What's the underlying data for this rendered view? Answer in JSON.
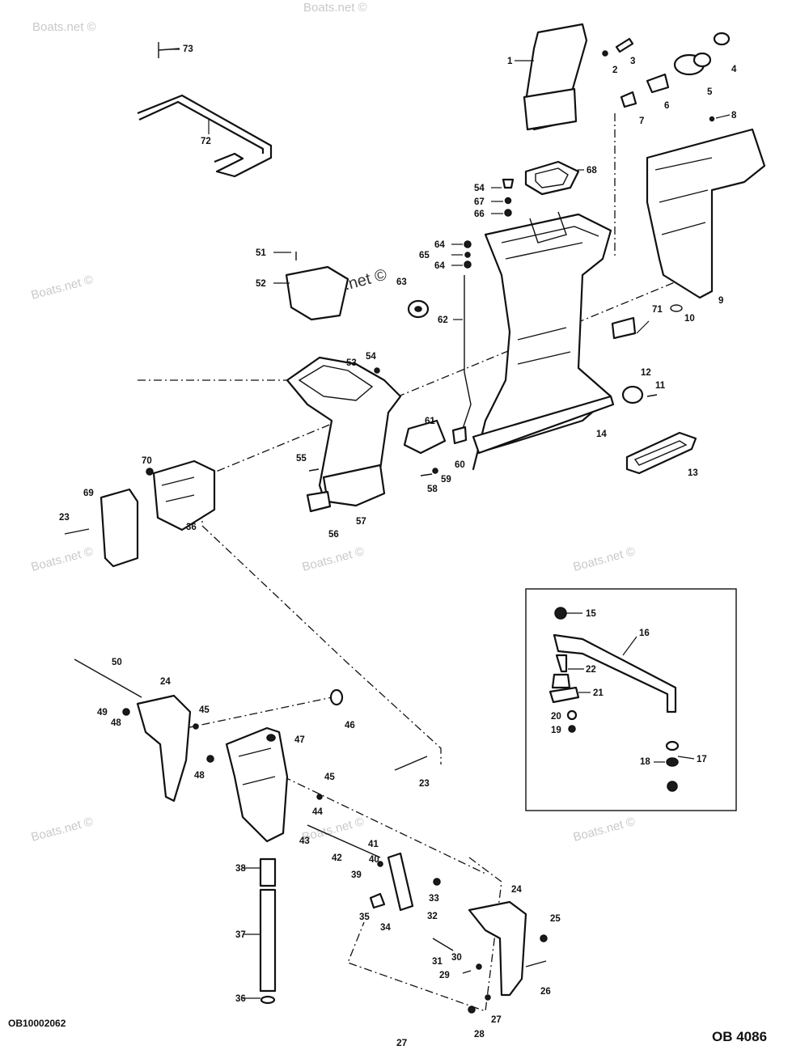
{
  "watermark": {
    "small": "Boats.net ©",
    "main": "Boats.net ©"
  },
  "footer": {
    "left_code": "OB10002062",
    "page": "27",
    "right_code": "OB 4086"
  },
  "callouts": [
    "1",
    "2",
    "3",
    "4",
    "5",
    "6",
    "7",
    "8",
    "9",
    "10",
    "11",
    "12",
    "13",
    "14",
    "15",
    "16",
    "17",
    "18",
    "19",
    "20",
    "21",
    "22",
    "23",
    "24",
    "25",
    "26",
    "27",
    "28",
    "29",
    "30",
    "31",
    "32",
    "33",
    "34",
    "35",
    "36",
    "37",
    "38",
    "39",
    "40",
    "41",
    "42",
    "43",
    "44",
    "45",
    "46",
    "47",
    "48",
    "49",
    "50",
    "51",
    "52",
    "53",
    "54",
    "55",
    "56",
    "57",
    "58",
    "59",
    "60",
    "61",
    "62",
    "63",
    "64",
    "65",
    "66",
    "67",
    "68",
    "69",
    "70",
    "71",
    "72",
    "73"
  ]
}
